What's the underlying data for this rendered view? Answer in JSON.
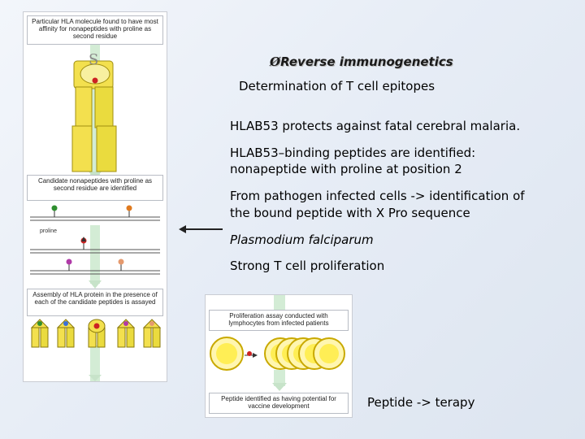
{
  "figure_left": {
    "box1": "Particular HLA molecule found to have most affinity for nonapeptides with proline as second residue",
    "letter": "S",
    "box2": "Candidate nonapeptides with proline as second residue are identified",
    "proline_label": "proline",
    "box3": "Assembly of HLA protein in the presence of each of the candidate peptides is assayed"
  },
  "figure_right": {
    "box1": "Proliferation assay conducted with lymphocytes from infected patients",
    "box2": "Peptide identified as having potential for vaccine development"
  },
  "heading": {
    "bullet": "Ø",
    "text": "Reverse immunogenetics"
  },
  "lines": {
    "subtitle": "Determination of T cell epitopes",
    "p1": "HLAB53 protects against fatal  cerebral malaria.",
    "p2a": "HLAB53–binding peptides are identified:",
    "p2b": "nonapeptide with proline at position 2",
    "p3a": "From pathogen infected cells -> identification of",
    "p3b": "the bound peptide with X Pro sequence",
    "p4": "Plasmodium falciparum",
    "p5": "Strong T cell proliferation",
    "p6": "Peptide -> terapy"
  }
}
